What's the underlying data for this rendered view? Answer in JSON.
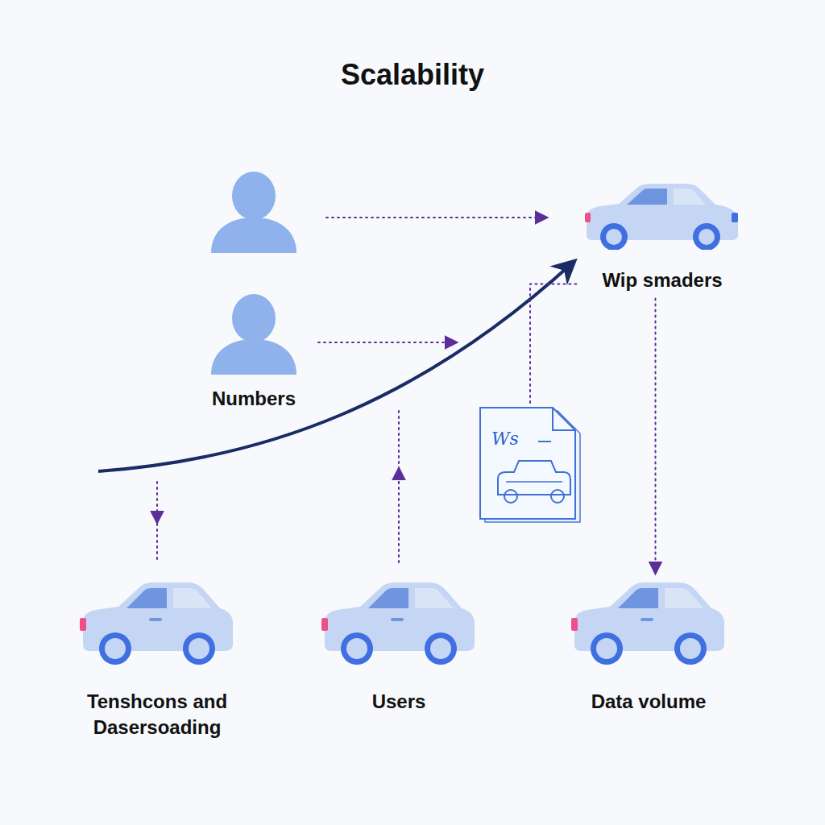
{
  "diagram": {
    "title": "Scalability",
    "nodes": [
      {
        "text": [
          "Wip smaders"
        ]
      },
      {
        "text": [
          "Numbers"
        ]
      },
      {
        "text": [
          "Ws"
        ]
      },
      {
        "text": [
          "Tenshcons and Dasersoading"
        ]
      },
      {
        "text": [
          "Users"
        ]
      },
      {
        "text": [
          "Data volume"
        ]
      }
    ],
    "edges": [
      {
        "from": 0,
        "to": 5,
        "arrow": "to"
      },
      {
        "from": 2,
        "to": 0,
        "arrow": "none"
      }
    ]
  }
}
